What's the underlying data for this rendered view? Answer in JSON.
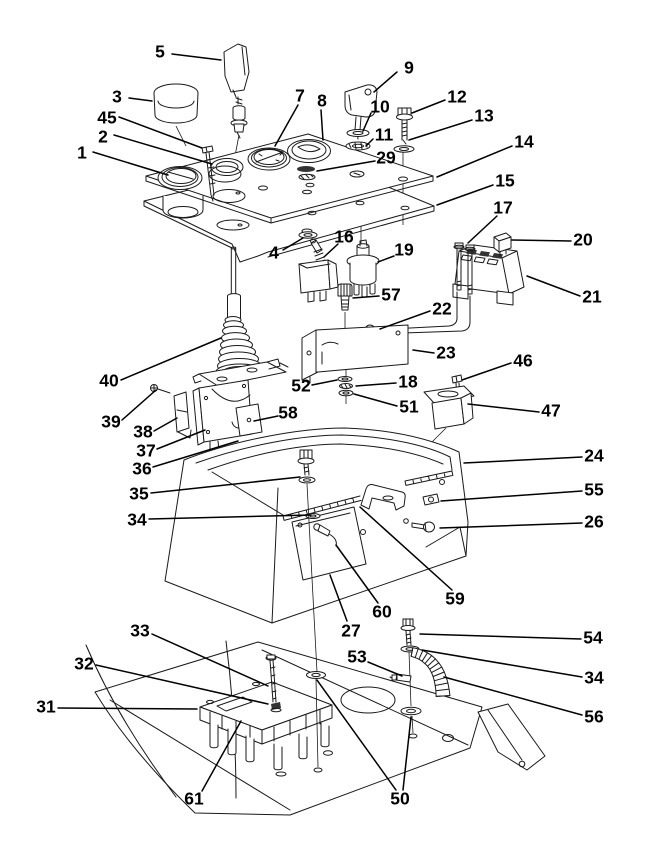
{
  "figure": {
    "background_color": "#ffffff",
    "line_color": "#1a1a1a",
    "label_color": "#000000",
    "description_type": "exploded-parts-diagram"
  },
  "callouts": [
    {
      "label": "1"
    },
    {
      "label": "2"
    },
    {
      "label": "3"
    },
    {
      "label": "4"
    },
    {
      "label": "5"
    },
    {
      "label": "7"
    },
    {
      "label": "8"
    },
    {
      "label": "9"
    },
    {
      "label": "10"
    },
    {
      "label": "11"
    },
    {
      "label": "12"
    },
    {
      "label": "13"
    },
    {
      "label": "14"
    },
    {
      "label": "15"
    },
    {
      "label": "16"
    },
    {
      "label": "17"
    },
    {
      "label": "18"
    },
    {
      "label": "19"
    },
    {
      "label": "20"
    },
    {
      "label": "21"
    },
    {
      "label": "22"
    },
    {
      "label": "23"
    },
    {
      "label": "24"
    },
    {
      "label": "26"
    },
    {
      "label": "27"
    },
    {
      "label": "29"
    },
    {
      "label": "31"
    },
    {
      "label": "32"
    },
    {
      "label": "33"
    },
    {
      "label": "34"
    },
    {
      "label": "34"
    },
    {
      "label": "35"
    },
    {
      "label": "36"
    },
    {
      "label": "37"
    },
    {
      "label": "38"
    },
    {
      "label": "39"
    },
    {
      "label": "40"
    },
    {
      "label": "45"
    },
    {
      "label": "46"
    },
    {
      "label": "47"
    },
    {
      "label": "50"
    },
    {
      "label": "51"
    },
    {
      "label": "52"
    },
    {
      "label": "53"
    },
    {
      "label": "54"
    },
    {
      "label": "55"
    },
    {
      "label": "56"
    },
    {
      "label": "57"
    },
    {
      "label": "58"
    },
    {
      "label": "59"
    },
    {
      "label": "60"
    },
    {
      "label": "61"
    }
  ]
}
